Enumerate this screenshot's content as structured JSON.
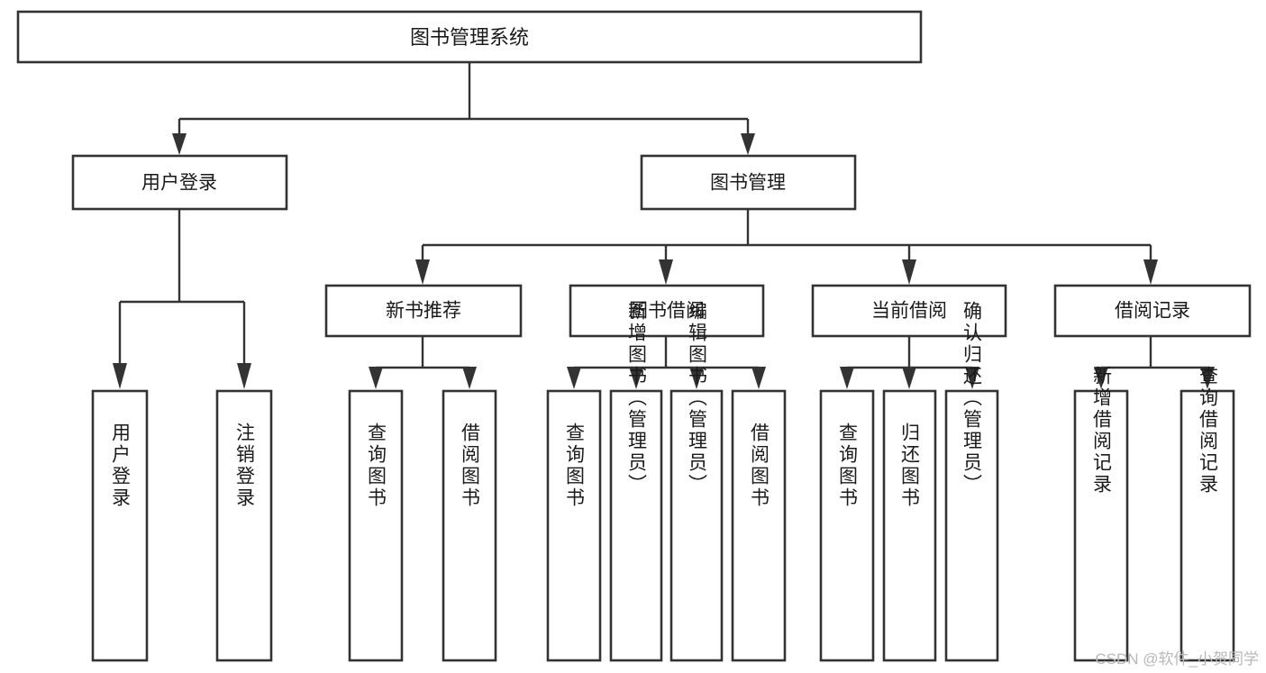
{
  "diagram": {
    "title": "图书管理系统",
    "type": "tree-hierarchy",
    "root": {
      "id": "root",
      "label": "图书管理系统",
      "orientation": "horizontal"
    },
    "level1": [
      {
        "id": "user-login",
        "label": "用户登录",
        "orientation": "horizontal"
      },
      {
        "id": "book-manage",
        "label": "图书管理",
        "orientation": "horizontal"
      }
    ],
    "level2": [
      {
        "id": "new-book-recommend",
        "label": "新书推荐",
        "parent": "book-manage",
        "orientation": "horizontal"
      },
      {
        "id": "book-borrow",
        "label": "图书借阅",
        "parent": "book-manage",
        "orientation": "horizontal"
      },
      {
        "id": "current-borrow",
        "label": "当前借阅",
        "parent": "book-manage",
        "orientation": "horizontal"
      },
      {
        "id": "borrow-record",
        "label": "借阅记录",
        "parent": "book-manage",
        "orientation": "horizontal"
      }
    ],
    "leaves": [
      {
        "id": "leaf-user-login",
        "label": "用户登录",
        "parent": "user-login",
        "orientation": "vertical"
      },
      {
        "id": "leaf-user-logout",
        "label": "注销登录",
        "parent": "user-login",
        "orientation": "vertical"
      },
      {
        "id": "leaf-query-book-1",
        "label": "查询图书",
        "parent": "new-book-recommend",
        "orientation": "vertical"
      },
      {
        "id": "leaf-borrow-book-1",
        "label": "借阅图书",
        "parent": "new-book-recommend",
        "orientation": "vertical"
      },
      {
        "id": "leaf-query-book-2",
        "label": "查询图书",
        "parent": "book-borrow",
        "orientation": "vertical"
      },
      {
        "id": "leaf-add-book",
        "label": "新增图书（管理员）",
        "parent": "book-borrow",
        "orientation": "vertical"
      },
      {
        "id": "leaf-edit-book",
        "label": "编辑图书（管理员）",
        "parent": "book-borrow",
        "orientation": "vertical"
      },
      {
        "id": "leaf-borrow-book-2",
        "label": "借阅图书",
        "parent": "book-borrow",
        "orientation": "vertical"
      },
      {
        "id": "leaf-query-book-3",
        "label": "查询图书",
        "parent": "current-borrow",
        "orientation": "vertical"
      },
      {
        "id": "leaf-return-book",
        "label": "归还图书",
        "parent": "current-borrow",
        "orientation": "vertical"
      },
      {
        "id": "leaf-confirm-return",
        "label": "确认归还（管理员）",
        "parent": "current-borrow",
        "orientation": "vertical"
      },
      {
        "id": "leaf-add-record",
        "label": "新增借阅记录",
        "parent": "borrow-record",
        "orientation": "vertical"
      },
      {
        "id": "leaf-query-record",
        "label": "查询借阅记录",
        "parent": "borrow-record",
        "orientation": "vertical"
      }
    ],
    "colors": {
      "box_stroke": "#333333",
      "box_fill": "#ffffff",
      "text": "#1a1a1a",
      "edge": "#333333",
      "watermark": "#b8b8b8",
      "background": "#ffffff"
    }
  },
  "watermark": {
    "text": "CSDN @软件_小贺同学"
  }
}
